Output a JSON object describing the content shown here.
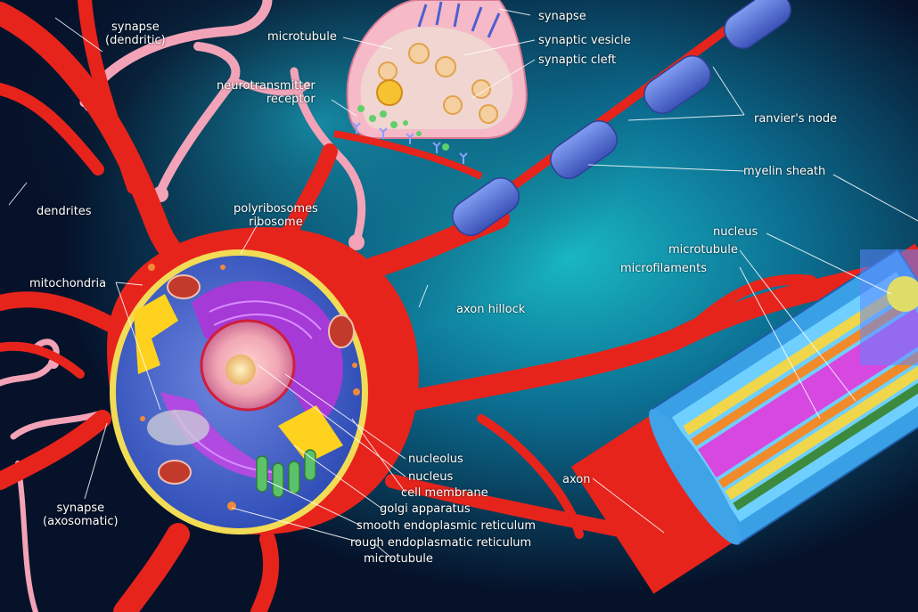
{
  "colors": {
    "background_teal": "#19b7c4",
    "background_navy": "#06122a",
    "neuron_red": "#e6241c",
    "dendrite_pink": "#f3a3b7",
    "myelin_blue": "#5b78d6",
    "cytoplasm_blue": "#3d61c9",
    "membrane_yellow": "#f2dc56",
    "er_purple": "#a63ad6",
    "golgi_yellow": "#ffd21f",
    "nucleus_pink": "#f1a6b4",
    "label_white": "#ffffff"
  },
  "labels": {
    "synapse_dendritic": "synapse\n(dendritic)",
    "dendrites": "dendrites",
    "mitochondria": "mitochondria",
    "synapse_axosomatic": "synapse\n(axosomatic)",
    "microtubule_top": "microtubule",
    "neurotransmitter_receptor": "neurotransmitter\nreceptor",
    "synapse": "synapse",
    "synaptic_vesicle": "synaptic vesicle",
    "synaptic_cleft": "synaptic cleft",
    "polyribosomes_ribosome": "polyribosomes\nribosome",
    "ranviers_node": "ranvier's node",
    "myelin_sheath": "myelin sheath",
    "axon_hillock": "axon hillock",
    "nucleus_right": "nucleus",
    "microtubule_right": "microtubule",
    "microfilaments": "microfilaments",
    "nucleolus": "nucleolus",
    "nucleus_cell": "nucleus",
    "cell_membrane": "cell membrane",
    "golgi_apparatus": "golgi apparatus",
    "smooth_er": "smooth endoplasmic reticulum",
    "rough_er": "rough endoplasmatic reticulum",
    "microtubule_bottom": "microtubule",
    "axon": "axon"
  }
}
